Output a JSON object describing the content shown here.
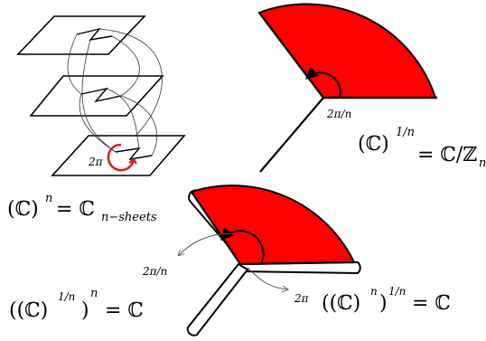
{
  "labels": {
    "sheets_two_pi": "2π",
    "sheets_eq_lhs": "(ℂ)",
    "sheets_eq_sup": "n",
    "sheets_eq_rhs": "= ℂ",
    "sheets_eq_sub": "n−sheets",
    "wedge_angle": "2π/n",
    "root_eq_lhs": "(ℂ)",
    "root_eq_sup": "1/n",
    "root_eq_rhs": "= ℂ/ℤ",
    "root_eq_sub": "n",
    "bottom_angle": "2π/n",
    "bottom_two_pi": "2π",
    "eq_power_root": "((ℂ)",
    "eq_power_root_sup_inner": "1/n",
    "eq_power_root_close": ")",
    "eq_power_root_sup_outer": "n",
    "eq_power_root_rhs": "= ℂ",
    "eq_root_power": "((ℂ)",
    "eq_root_power_sup_inner": "n",
    "eq_root_power_close": ")",
    "eq_root_power_sup_outer": "1/n",
    "eq_root_power_rhs": "= ℂ"
  },
  "colors": {
    "wedge_fill": "#ff0000",
    "loop_red": "#d42020",
    "stroke": "#000000"
  }
}
